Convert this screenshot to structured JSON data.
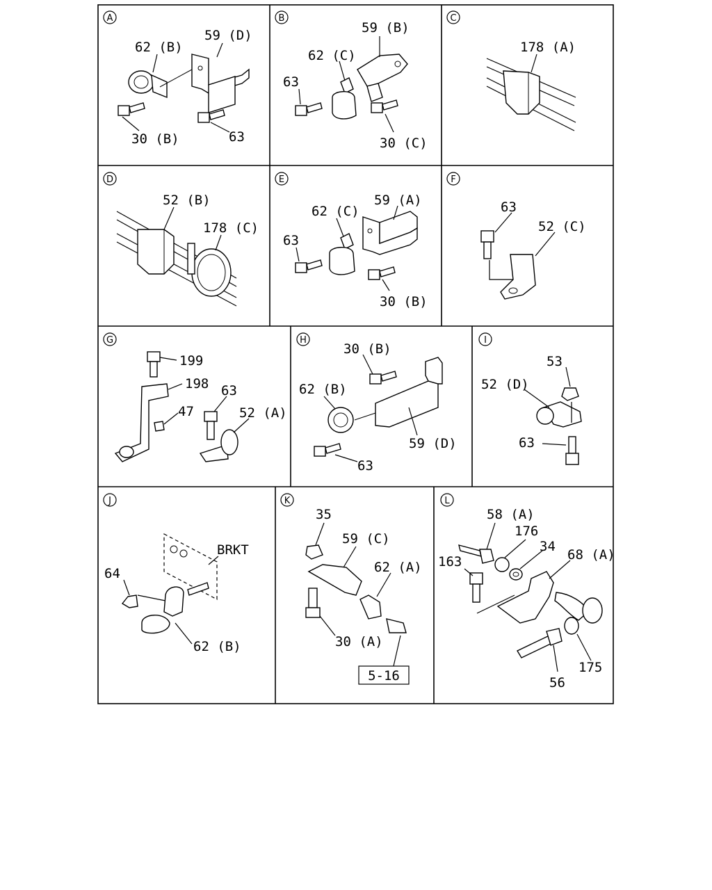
{
  "panels": {
    "A": {
      "letter": "A",
      "labels": {
        "l1": "62 (B)",
        "l2": "59 (D)",
        "l3": "30 (B)",
        "l4": "63"
      }
    },
    "B": {
      "letter": "B",
      "labels": {
        "l1": "59 (B)",
        "l2": "62 (C)",
        "l3": "63",
        "l4": "30 (C)"
      }
    },
    "C": {
      "letter": "C",
      "labels": {
        "l1": "178 (A)"
      }
    },
    "D": {
      "letter": "D",
      "labels": {
        "l1": "52 (B)",
        "l2": "178 (C)"
      }
    },
    "E": {
      "letter": "E",
      "labels": {
        "l1": "62 (C)",
        "l2": "59 (A)",
        "l3": "63",
        "l4": "30 (B)"
      }
    },
    "F": {
      "letter": "F",
      "labels": {
        "l1": "63",
        "l2": "52 (C)"
      }
    },
    "G": {
      "letter": "G",
      "labels": {
        "l1": "199",
        "l2": "198",
        "l3": "63",
        "l4": "47",
        "l5": "52 (A)"
      }
    },
    "H": {
      "letter": "H",
      "labels": {
        "l1": "30 (B)",
        "l2": "62 (B)",
        "l3": "59 (D)",
        "l4": "63"
      }
    },
    "I": {
      "letter": "I",
      "labels": {
        "l1": "53",
        "l2": "52 (D)",
        "l3": "63"
      }
    },
    "J": {
      "letter": "J",
      "labels": {
        "l1": "BRKT",
        "l2": "64",
        "l3": "62 (B)"
      }
    },
    "K": {
      "letter": "K",
      "labels": {
        "l1": "35",
        "l2": "59 (C)",
        "l3": "62 (A)",
        "l4": "30 (A)",
        "ref": "5-16"
      }
    },
    "L": {
      "letter": "L",
      "labels": {
        "l1": "58 (A)",
        "l2": "176",
        "l3": "163",
        "l4": "34",
        "l5": "68 (A)",
        "l6": "175",
        "l7": "56"
      }
    }
  }
}
